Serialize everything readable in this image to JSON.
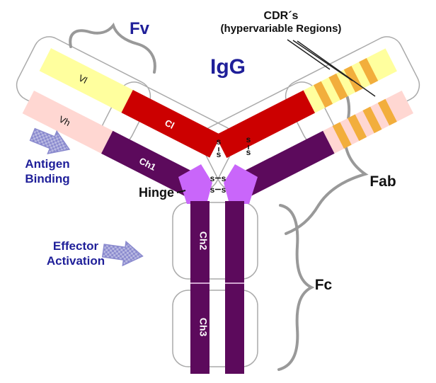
{
  "diagram": {
    "title_label": "IgG",
    "region_labels": {
      "fv": "Fv",
      "fab": "Fab",
      "fc": "Fc",
      "hinge": "Hinge",
      "cdr_line1": "CDR´s",
      "cdr_line2": "(hypervariable Regions)"
    },
    "domain_labels": {
      "vl": "Vl",
      "vh": "Vh",
      "cl": "Cl",
      "ch1": "Ch1",
      "ch2": "Ch2",
      "ch3": "Ch3"
    },
    "annotations": {
      "antigen_line1": "Antigen",
      "antigen_line2": "Binding",
      "effector_line1": "Effector",
      "effector_line2": "Activation"
    },
    "bond_letter": "s",
    "colors": {
      "vl_yellow": "#ffff9e",
      "vh_pink": "#ffd7d2",
      "c_red": "#cc0000",
      "ch_purple": "#5c0a5c",
      "hinge_violet": "#c966fa",
      "cdr_stripe_orange": "#f2ae3c",
      "label_navy": "#1f1f99",
      "label_black": "#111111",
      "brace_gray": "#999999",
      "arrow_blue": "#8a8ace",
      "arrow_blue_light": "#b9b9e2"
    }
  }
}
